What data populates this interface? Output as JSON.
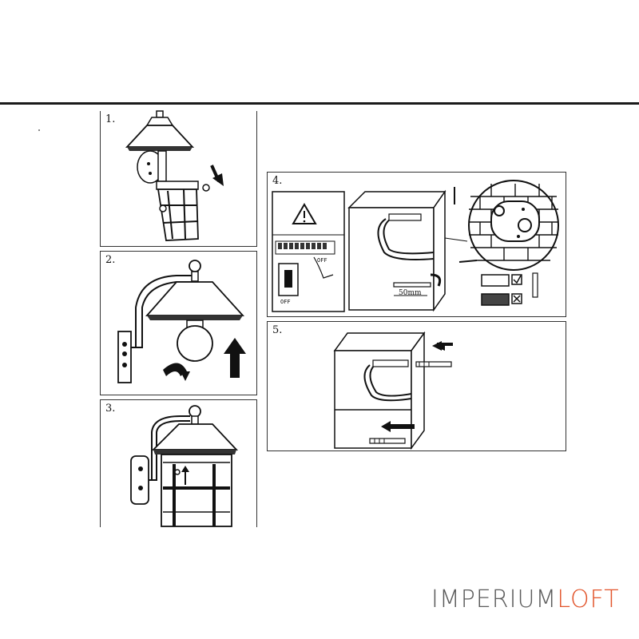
{
  "steps": [
    {
      "number": "1."
    },
    {
      "number": "2."
    },
    {
      "number": "3."
    },
    {
      "number": "4."
    },
    {
      "number": "5."
    }
  ],
  "labels": {
    "off_top": "OFF",
    "off_bottom": "OFF",
    "depth": "50mm"
  },
  "watermark": {
    "part1": "IMPERIUM",
    "part2": "LOFT"
  },
  "colors": {
    "ink": "#111111",
    "brand_orange": "#e2552c",
    "brand_gray": "#5b5b5b"
  }
}
